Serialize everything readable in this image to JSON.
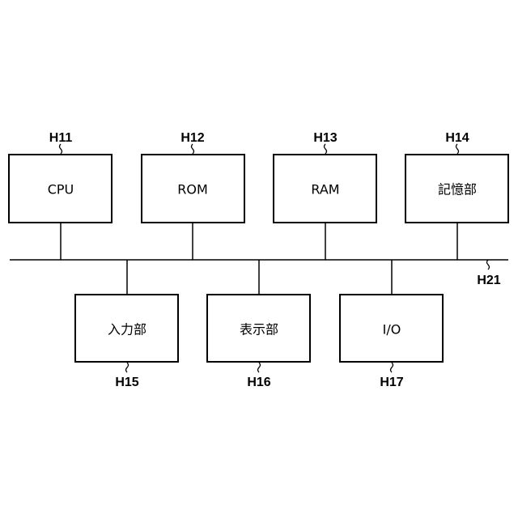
{
  "blocks": {
    "cpu": {
      "ref": "H11",
      "label": "CPU"
    },
    "rom": {
      "ref": "H12",
      "label": "ROM"
    },
    "ram": {
      "ref": "H13",
      "label": "RAM"
    },
    "storage": {
      "ref": "H14",
      "label": "記憶部"
    },
    "input": {
      "ref": "H15",
      "label": "入力部"
    },
    "display": {
      "ref": "H16",
      "label": "表示部"
    },
    "io": {
      "ref": "H17",
      "label": "I/O"
    }
  },
  "bus": {
    "ref": "H21"
  }
}
